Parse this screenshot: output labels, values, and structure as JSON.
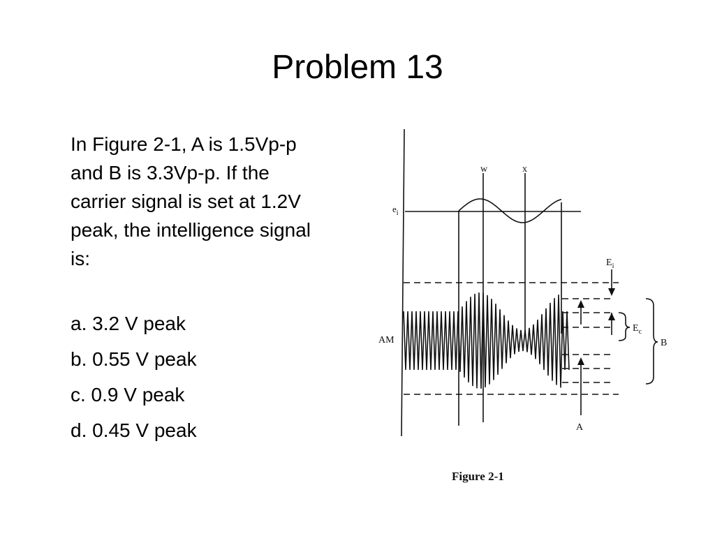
{
  "slide": {
    "title": "Problem 13",
    "question": "In Figure 2-1, A is 1.5Vp-p and B is 3.3Vp-p. If the carrier signal is set at 1.2V peak, the intelligence signal is:",
    "options": [
      "a. 3.2 V peak",
      "b. 0.55 V peak",
      "c. 0.9 V peak",
      "d. 0.45 V peak"
    ]
  },
  "figure": {
    "caption": "Figure 2-1",
    "labels": {
      "w": "w",
      "x": "x",
      "ei_main": "e",
      "ei_sub": "i",
      "Ei_main": "E",
      "Ei_sub": "i",
      "Ec_main": "E",
      "Ec_sub": "c",
      "B": "B",
      "AM": "AM",
      "A": "A"
    },
    "ink_color": "#111111"
  }
}
